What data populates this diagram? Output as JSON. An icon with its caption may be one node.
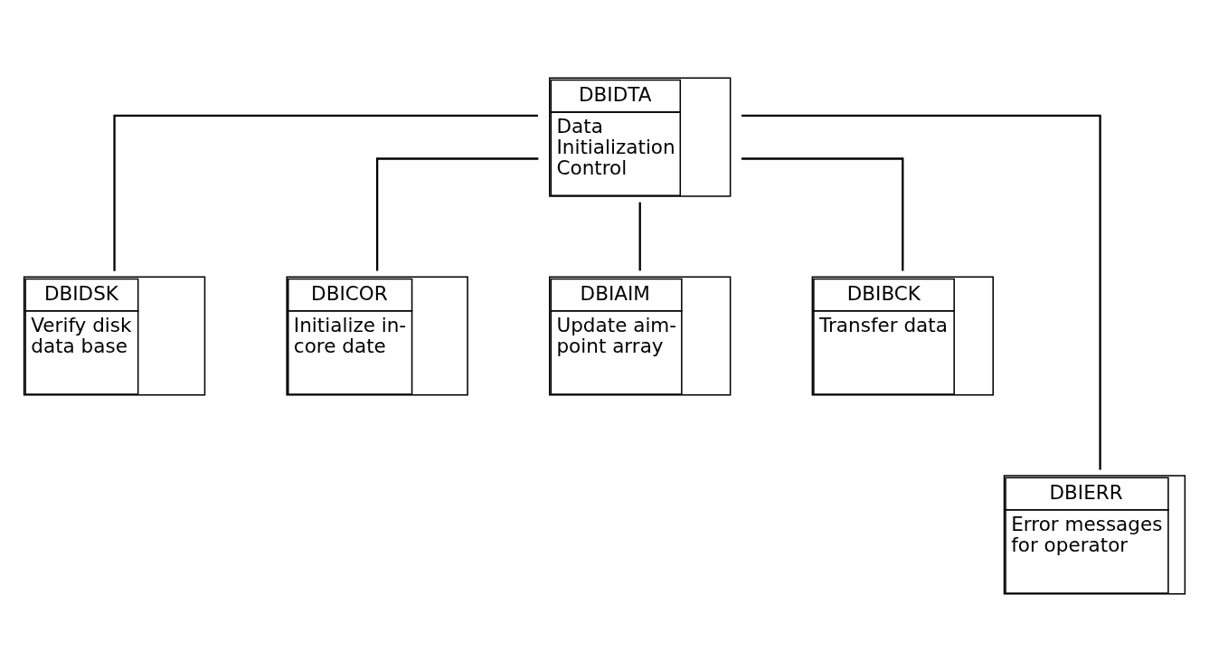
{
  "diagram": {
    "nodes": [
      {
        "text": [
          "DBIDTA",
          "Data Initialization Control"
        ]
      },
      {
        "text": [
          "DBIDSK",
          "Verify disk data base"
        ]
      },
      {
        "text": [
          "DBICOR",
          "Initialize in- core date"
        ]
      },
      {
        "text": [
          "DBIAIM",
          "Update aim- point array"
        ]
      },
      {
        "text": [
          "DBIBCK",
          "Transfer data"
        ]
      },
      {
        "text": [
          "DBIERR",
          "Error messages for operator"
        ]
      }
    ],
    "edges": [
      {
        "from": 0,
        "to": 1,
        "arrow": "none"
      },
      {
        "from": 0,
        "to": 5,
        "arrow": "none"
      },
      {
        "from": 0,
        "to": 2,
        "arrow": "none"
      },
      {
        "from": 0,
        "to": 3,
        "arrow": "none"
      },
      {
        "from": 0,
        "to": 4,
        "arrow": "none"
      }
    ]
  }
}
